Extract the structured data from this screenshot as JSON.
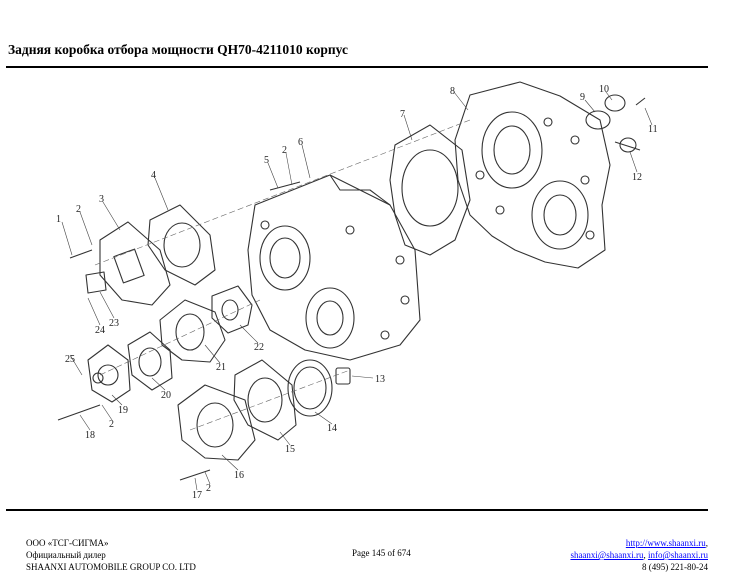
{
  "header": {
    "title": "Задняя коробка отбора мощности QH70-4211010 корпус"
  },
  "diagram": {
    "part_numbers": [
      "1",
      "2",
      "3",
      "4",
      "5",
      "2",
      "6",
      "7",
      "8",
      "9",
      "10",
      "11",
      "12",
      "13",
      "14",
      "15",
      "16",
      "17",
      "2",
      "18",
      "2",
      "19",
      "20",
      "21",
      "22",
      "23",
      "24",
      "25"
    ]
  },
  "footer": {
    "company": "ООО «ТСГ-СИГМА»",
    "dealer": "Официальный дилер",
    "group": "SHAANXI AUTOMOBILE GROUP CO. LTD",
    "page": "Page 145 of 674",
    "website": "http://www.shaanxi.ru",
    "website_suffix": ",",
    "email1": "shaanxi@shaanxi.ru",
    "email_sep": ", ",
    "email2": "info@shaanxi.ru",
    "phone": "8 (495) 221-80-24"
  }
}
